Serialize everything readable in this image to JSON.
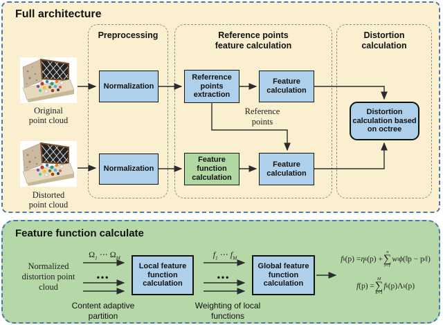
{
  "colors": {
    "cream_bg": "#FAF0CF",
    "green_bg": "#B6D7A7",
    "blue_box": "#AED0EA",
    "green_box": "#B2D8A2",
    "outer_dash_blue": "#4877B3",
    "inner_dash_gray": "#8C8C8C",
    "line": "#2B2B2B"
  },
  "full_architecture": {
    "title": "Full architecture",
    "groups": [
      {
        "title": "Preprocessing"
      },
      {
        "title": "Reference points\nfeature calculation"
      },
      {
        "title": "Distortion\ncalculation"
      }
    ],
    "inputs": [
      {
        "label": "Original\npoint cloud",
        "image": "original-point-cloud-thumbnail"
      },
      {
        "label": "Distorted\npoint cloud",
        "image": "distorted-point-cloud-thumbnail"
      }
    ],
    "boxes": {
      "normalization_top": "Normalization",
      "reference_points_extraction": "Referrence\npoints\nextraction",
      "feature_calculation_top": "Feature\ncalculation",
      "normalization_bottom": "Normalization",
      "feature_function_calculation": "Feature\nfunction\ncalculation",
      "feature_calculation_bottom": "Feature\ncalculation",
      "distortion_octree": "Distortion\ncalculation based\non octree"
    },
    "annotations": {
      "reference_points": "Reference\npoints"
    }
  },
  "feature_function_calculate": {
    "title": "Feature function calculate",
    "input_label": "Normalized\ndistortion point\ncloud",
    "dots": "•••",
    "omega_label_parts": [
      {
        "t": "Ω"
      },
      {
        "t": "1",
        "sub": true
      },
      {
        "t": " ⋯ "
      },
      {
        "t": "Ω"
      },
      {
        "t": "M",
        "sub": true
      }
    ],
    "f_label_parts": [
      {
        "t": "f",
        "it": true
      },
      {
        "t": "1",
        "sub": true
      },
      {
        "t": " ⋯ "
      },
      {
        "t": "f",
        "it": true
      },
      {
        "t": "M",
        "sub": true
      }
    ],
    "boxes": {
      "local": "Local feature\nfunction\ncalculation",
      "global": "Global feature\nfunction\ncalculation"
    },
    "captions": {
      "partition": "Content adaptive\npartition",
      "weighting": "Weighting of local\nfunctions"
    },
    "formulas": [
      {
        "parts": [
          {
            "t": "f",
            "it": true
          },
          {
            "t": "k",
            "sub": true
          },
          {
            "t": "(p) = "
          },
          {
            "t": "η",
            "it": true
          },
          {
            "t": "k",
            "sub": true
          },
          {
            "t": "(p) + "
          },
          {
            "sum": {
              "top": "n",
              "bot": "i=1"
            }
          },
          {
            "t": "w",
            "it": true
          },
          {
            "t": "i",
            "sub": true
          },
          {
            "t": "ϕ",
            "it": true
          },
          {
            "t": "(‖p − p"
          },
          {
            "t": "i",
            "sub": true
          },
          {
            "t": "‖)"
          }
        ]
      },
      {
        "parts": [
          {
            "t": "f",
            "it": true
          },
          {
            "t": "(p) = "
          },
          {
            "sum": {
              "top": "M",
              "bot": "k=1"
            }
          },
          {
            "t": "f",
            "it": true
          },
          {
            "t": "k",
            "sub": true
          },
          {
            "t": "(p)Λ"
          },
          {
            "t": "k",
            "sub": true
          },
          {
            "t": "(p)"
          }
        ]
      }
    ]
  }
}
